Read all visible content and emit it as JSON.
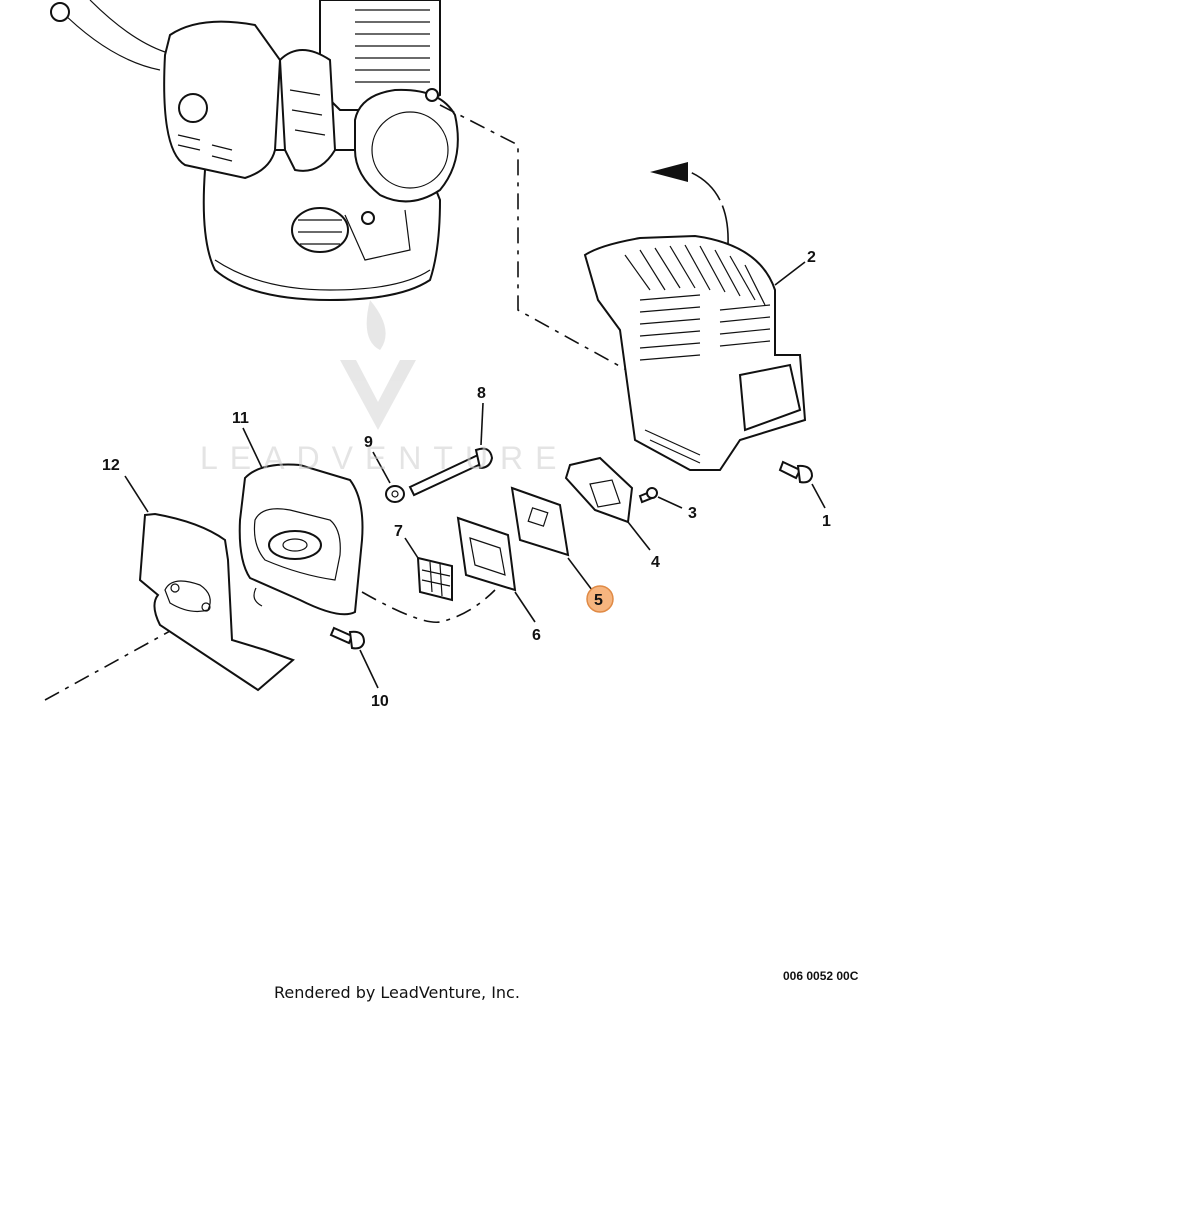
{
  "diagram": {
    "drawing_number": "006 0052 00C",
    "rendered_by": "Rendered by LeadVenture, Inc.",
    "watermark": "LEADVENTURE",
    "callouts": [
      {
        "id": "1",
        "label": "1"
      },
      {
        "id": "2",
        "label": "2"
      },
      {
        "id": "3",
        "label": "3"
      },
      {
        "id": "4",
        "label": "4"
      },
      {
        "id": "5",
        "label": "5",
        "highlighted": true
      },
      {
        "id": "6",
        "label": "6"
      },
      {
        "id": "7",
        "label": "7"
      },
      {
        "id": "8",
        "label": "8"
      },
      {
        "id": "9",
        "label": "9"
      },
      {
        "id": "10",
        "label": "10"
      },
      {
        "id": "11",
        "label": "11"
      },
      {
        "id": "12",
        "label": "12"
      }
    ],
    "highlight_color": "#f6b57f"
  }
}
